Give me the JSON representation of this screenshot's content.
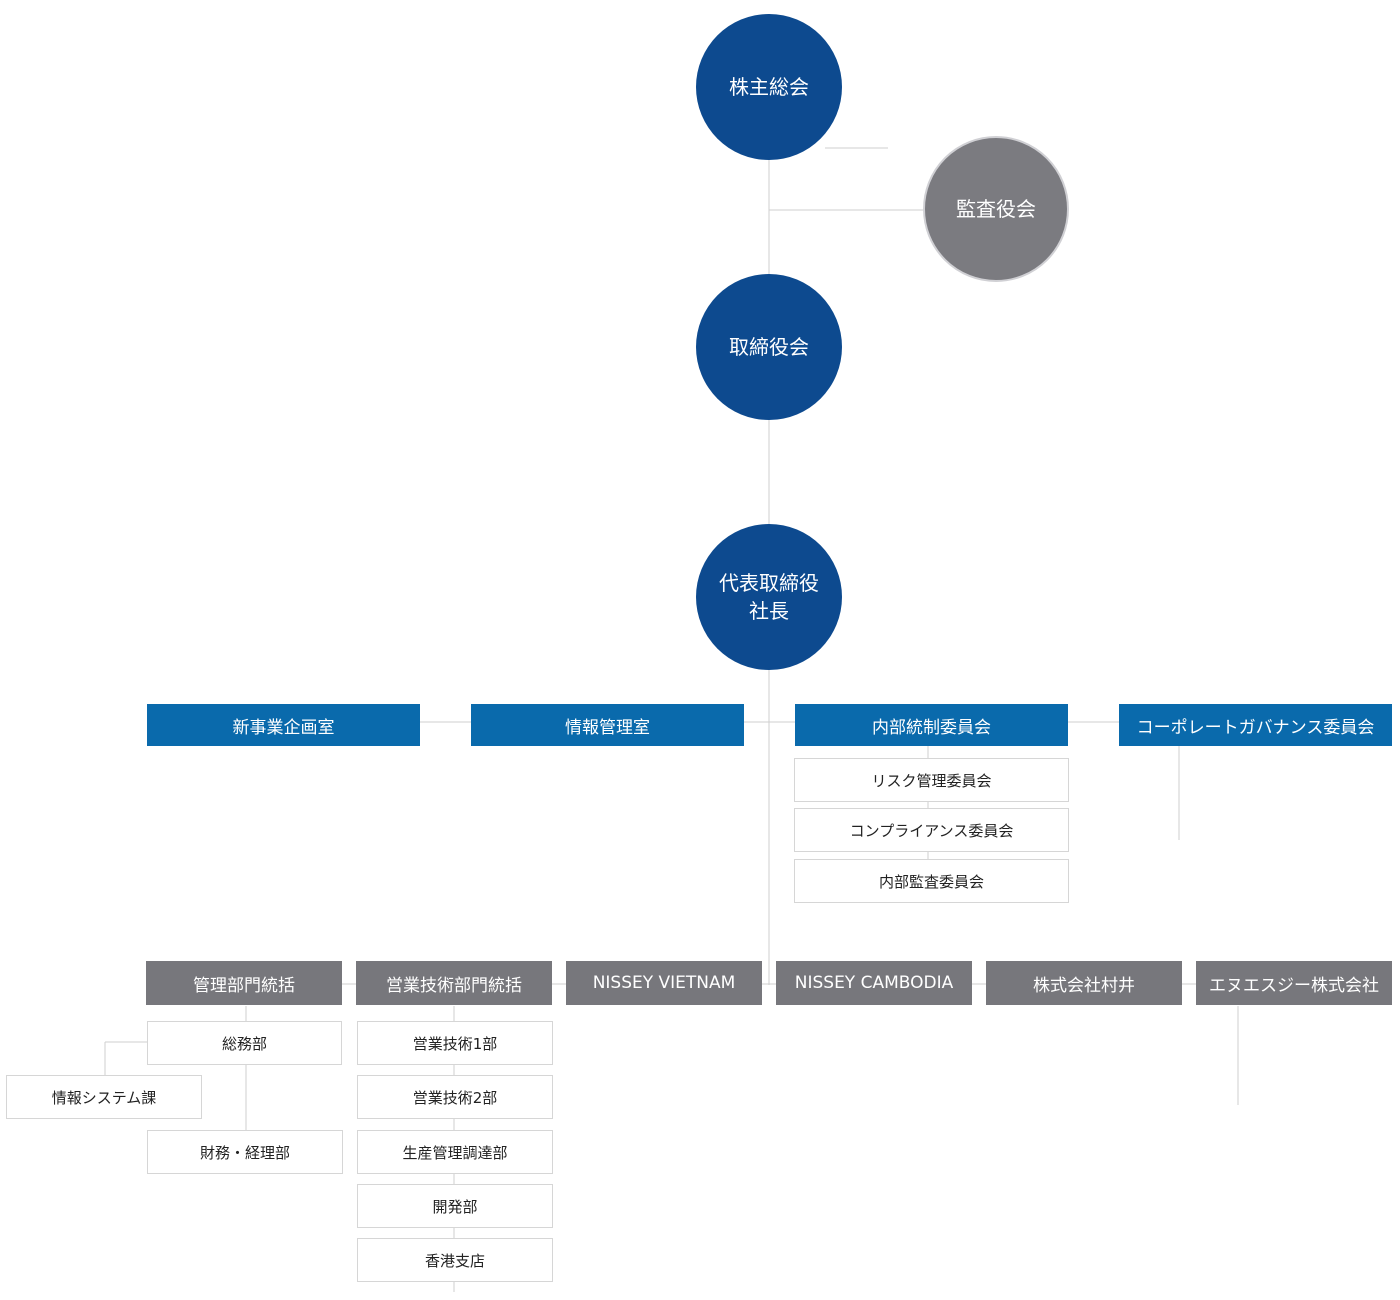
{
  "governance": {
    "shareholders": "株主総会",
    "auditors": "監査役会",
    "board": "取締役会",
    "president_line1": "代表取締役",
    "president_line2": "社長"
  },
  "offices": {
    "new_business": "新事業企画室",
    "info_management": "情報管理室",
    "internal_control": "内部統制委員会",
    "corporate_governance": "コーポレートガバナンス委員会"
  },
  "committees": [
    "リスク管理委員会",
    "コンプライアンス委員会",
    "内部監査委員会"
  ],
  "divisions": {
    "admin": "管理部門統括",
    "sales_tech": "営業技術部門統括",
    "vietnam": "NISSEY VIETNAM",
    "cambodia": "NISSEY CAMBODIA",
    "murai": "株式会社村井",
    "nnsg": "エヌエスジー株式会社"
  },
  "admin_units": {
    "general_affairs": "総務部",
    "info_systems": "情報システム課",
    "finance": "財務・経理部"
  },
  "sales_units": [
    "営業技術1部",
    "営業技術2部",
    "生産管理調達部",
    "開発部",
    "香港支店"
  ]
}
